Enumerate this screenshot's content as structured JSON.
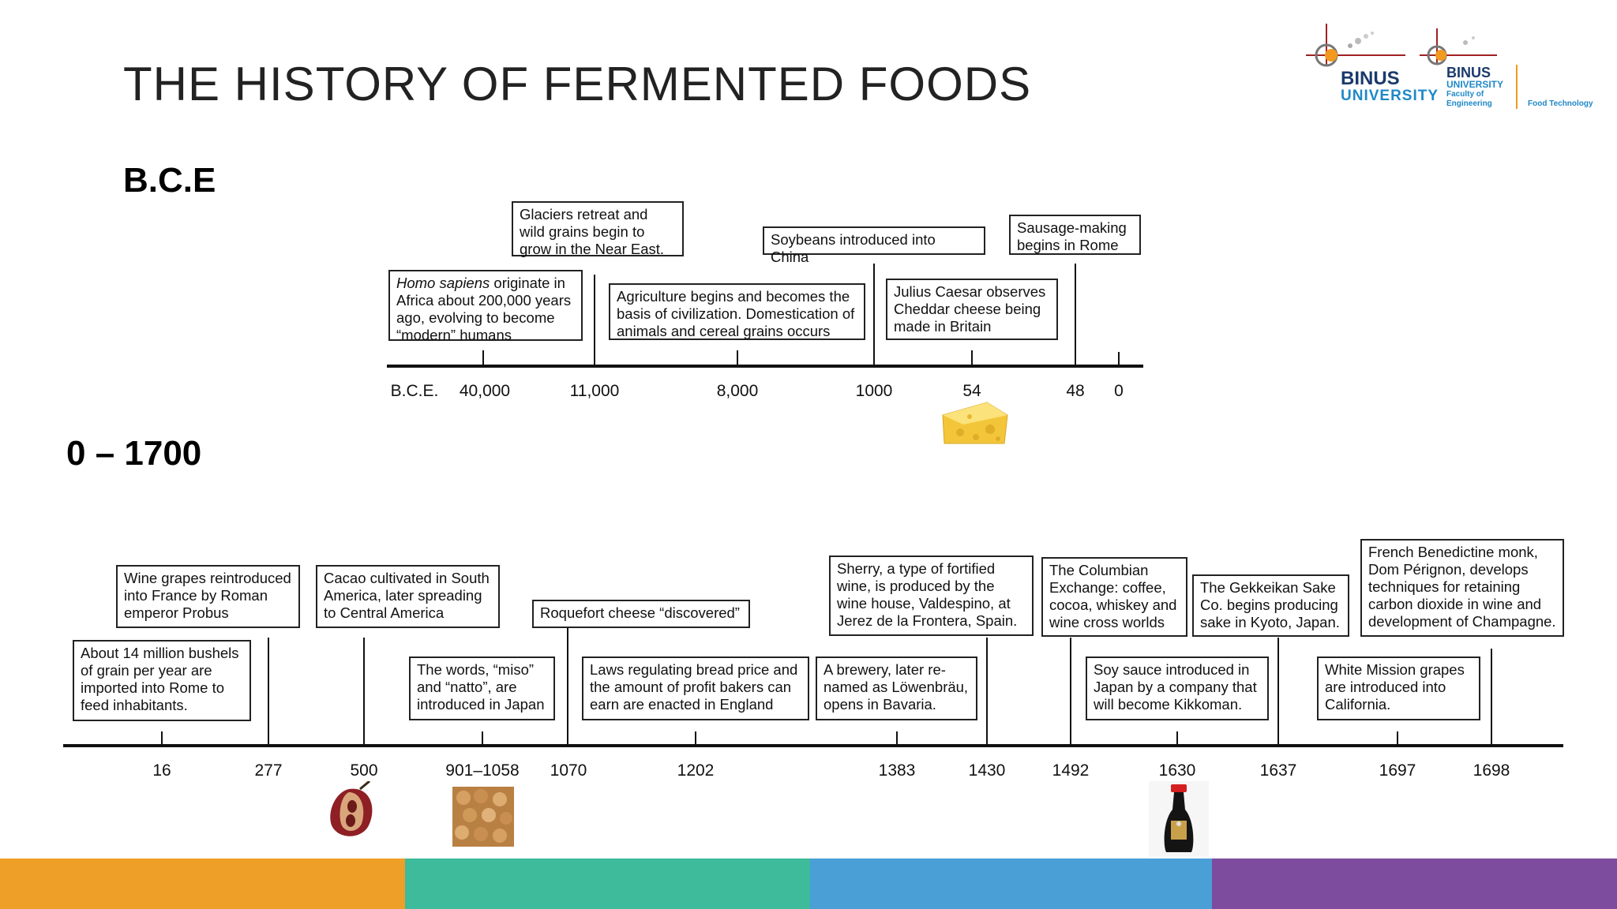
{
  "title": "THE HISTORY OF FERMENTED FOODS",
  "sections": {
    "bce": "B.C.E",
    "ce": "0 – 1700"
  },
  "logos": {
    "left": {
      "line1": "BINUS",
      "line2": "UNIVERSITY"
    },
    "right": {
      "line1": "BINUS",
      "line2": "UNIVERSITY",
      "line3": "Faculty of",
      "line4": "Engineering",
      "dept": "Food Technology"
    }
  },
  "timeline1": {
    "prefix": "B.C.E.",
    "ticks": [
      "40,000",
      "11,000",
      "8,000",
      "1000",
      "54",
      "48",
      "0"
    ],
    "events": {
      "homo_em": "Homo sapiens",
      "homo_rest": " originate in Africa about 200,000 years ago, evolving to become “modern” humans",
      "glaciers": "Glaciers retreat and wild grains begin to grow in the Near East.",
      "agriculture": "Agriculture begins and becomes the basis of civilization. Domestication of animals and cereal grains occurs",
      "soybeans": "Soybeans introduced into China",
      "caesar": "Julius Caesar observes Cheddar cheese being made in Britain",
      "sausage": "Sausage-making begins in Rome"
    }
  },
  "timeline2": {
    "ticks": [
      "16",
      "277",
      "500",
      "901–1058",
      "1070",
      "1202",
      "1383",
      "1430",
      "1492",
      "1630",
      "1637",
      "1697",
      "1698"
    ],
    "events": {
      "grain": "About 14 million bushels of grain per year are imported into Rome to feed inhabitants.",
      "wine": "Wine grapes reintroduced into France by Roman emperor Probus",
      "cacao": "Cacao cultivated in South America, later spreading to Central America",
      "miso": "The words, “miso” and “natto”, are introduced in Japan",
      "roquefort": "Roquefort cheese “discovered”",
      "bread": "Laws regulating bread price and the amount of profit bakers can earn are enacted in England",
      "brewery": "A brewery, later re-named as Löwenbräu, opens in Bavaria.",
      "sherry": "Sherry, a type of fortified wine, is produced by the wine house, Valdespino, at Jerez de la Frontera, Spain.",
      "columbian": "The Columbian Exchange: coffee, cocoa, whiskey and wine cross worlds",
      "soy": "Soy sauce introduced in Japan by a company that will become Kikkoman.",
      "gekkeikan": "The Gekkeikan Sake Co. begins producing sake in Kyoto, Japan.",
      "mission": "White Mission grapes are introduced into California.",
      "champagne": "French Benedictine monk, Dom Pérignon, develops techniques for retaining carbon dioxide in wine and development of Champagne."
    }
  },
  "icons": [
    "cheese-icon",
    "cacao-pod-icon",
    "natto-beans-icon",
    "soy-sauce-bottle-icon"
  ],
  "colors": {
    "orange": "#ee9f27",
    "teal": "#3dbb9a",
    "blue": "#4a9fd6",
    "purple": "#7d4c9e"
  }
}
